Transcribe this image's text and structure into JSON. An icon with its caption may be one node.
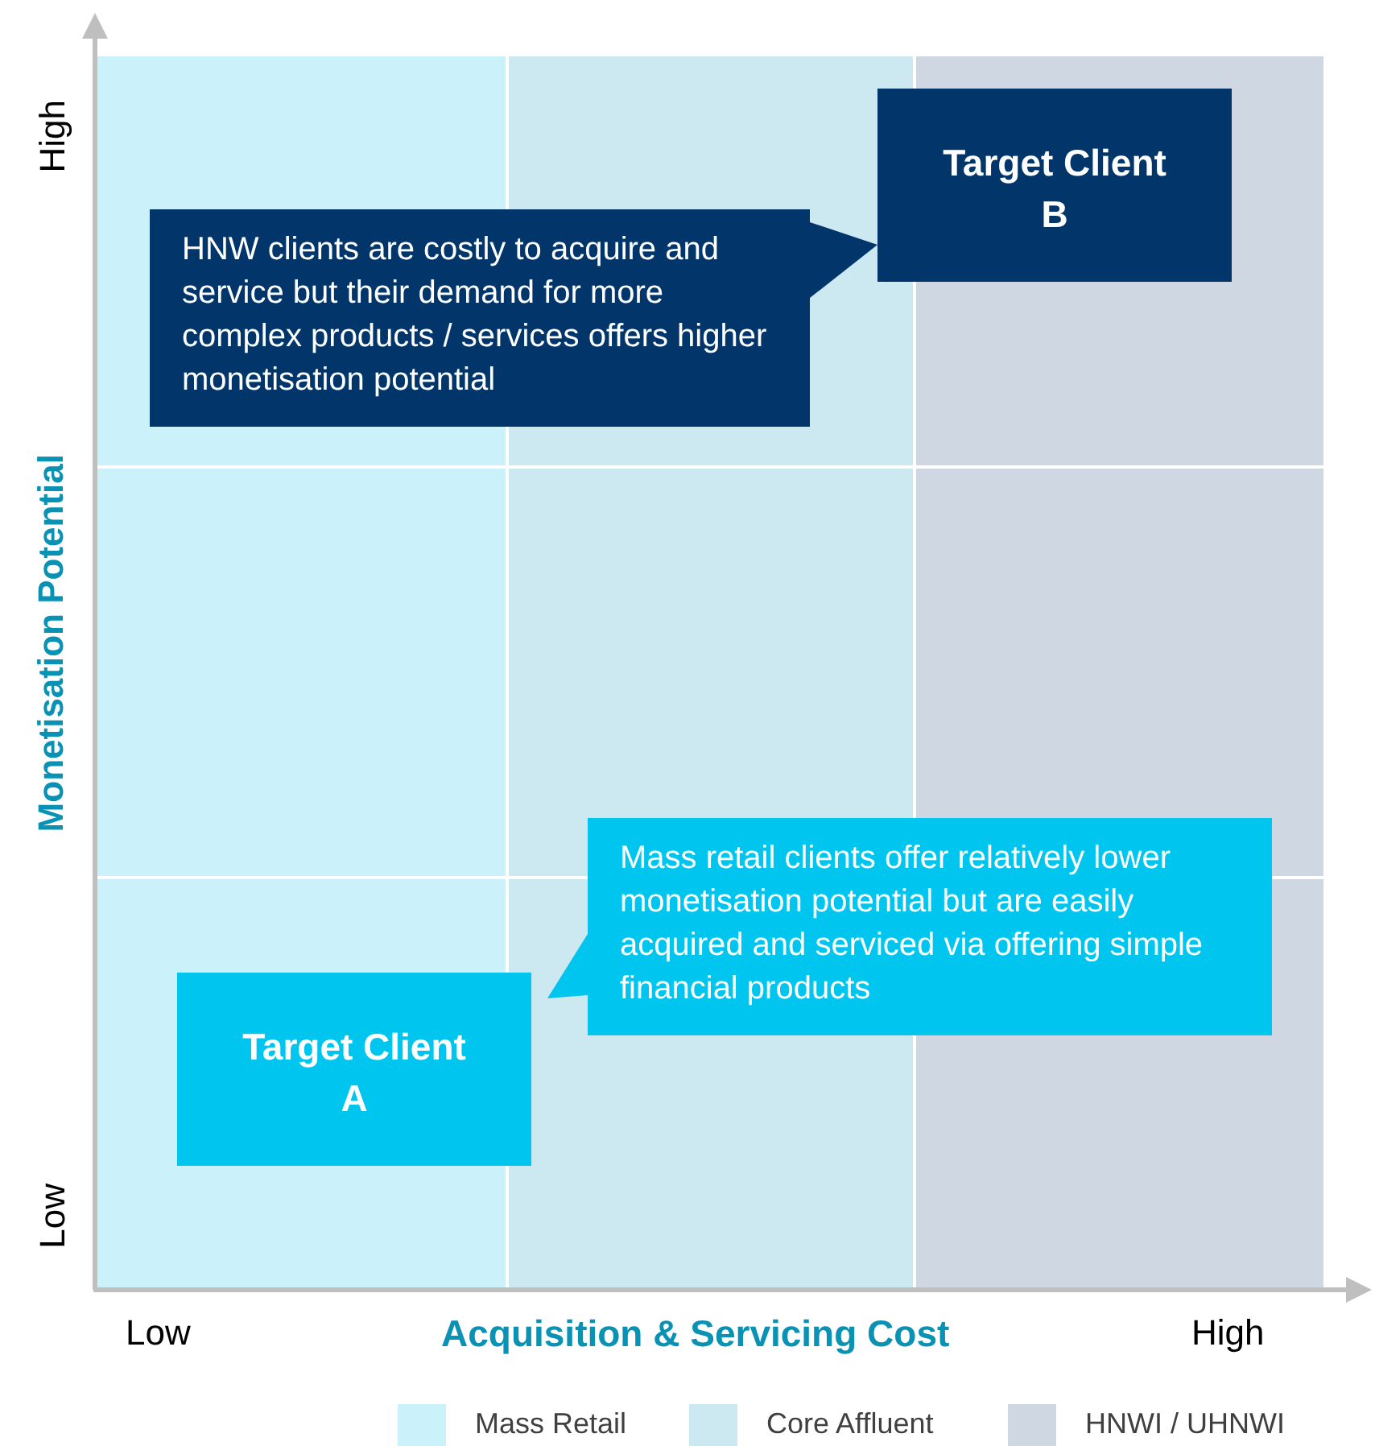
{
  "diagram": {
    "nodes": [
      {
        "text": [
          "Target Client B"
        ]
      },
      {
        "text": [
          "HNW clients are costly to acquire and service but their demand for more complex products / services offers higher monetisation potential"
        ]
      },
      {
        "text": [
          "Mass retail clients offer relatively lower monetisation potential but are easily acquired and serviced via offering simple financial products"
        ]
      },
      {
        "text": [
          "Target Client A"
        ]
      }
    ],
    "edges": [],
    "labels": [
      "High",
      "Monetisation Potential",
      "Low",
      "Low",
      "Acquisition & Servicing Cost",
      "High"
    ],
    "legend": [
      {
        "text": "Mass Retail",
        "color": "#cbf2fa"
      },
      {
        "text": "Core Affluent",
        "color": "#cce8f0"
      },
      {
        "text": "HNWI / UHNWI",
        "color": "#cfd8e2"
      }
    ]
  }
}
